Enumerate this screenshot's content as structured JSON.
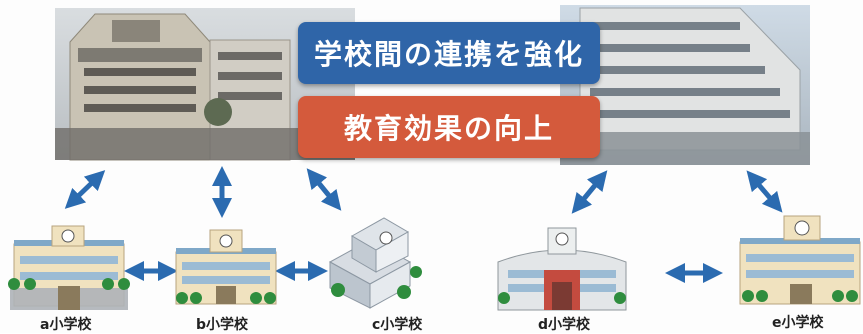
{
  "banners": {
    "top": "学校間の連携を強化",
    "bottom": "教育効果の向上"
  },
  "schools": [
    {
      "label": "a小学校"
    },
    {
      "label": "b小学校"
    },
    {
      "label": "c小学校"
    },
    {
      "label": "d小学校"
    },
    {
      "label": "e小学校"
    }
  ],
  "colors": {
    "banner_top": "#2f65a8",
    "banner_bottom": "#d45a3c",
    "arrow": "#2b6bb0",
    "roof": "#7fa8c8",
    "wall": "#f0e2bf",
    "tree": "#2f8d3e"
  }
}
